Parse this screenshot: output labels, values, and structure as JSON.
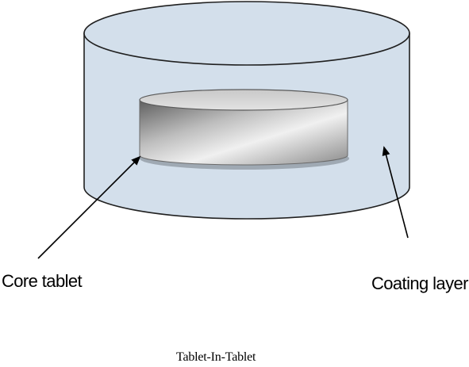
{
  "labels": {
    "core": "Core tablet",
    "coating": "Coating layer"
  },
  "caption": "Tablet-In-Tablet",
  "colors": {
    "outer_fill": "#d3dfeb",
    "outer_stroke": "#202020",
    "core_side_light": "#e4e4e4",
    "core_side_dark": "#5c5c5c",
    "core_top": "#d6d6d6",
    "core_shadow": "#9fa9b3",
    "arrow": "#000000"
  }
}
